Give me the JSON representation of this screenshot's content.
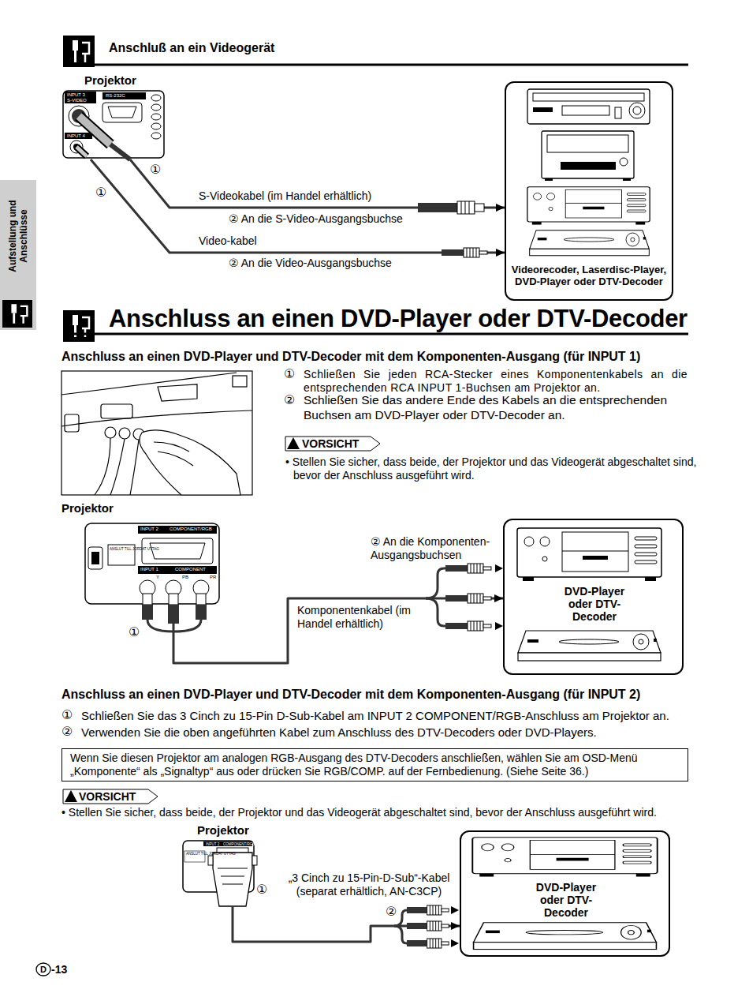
{
  "diagram": {
    "title": "Anschluss an einen DVD-Player oder DTV-Decoder",
    "nodes": [
      {
        "text": [
          "Projektor"
        ]
      },
      {
        "text": [
          "Videorecoder, Laserdisc-Player, DVD-Player oder DTV-Decoder"
        ]
      },
      {
        "text": [
          "Projektor"
        ]
      },
      {
        "text": [
          "DVD-Player oder DTV-Decoder"
        ]
      },
      {
        "text": [
          "Wenn Sie diesen Projektor am analogen RGB-Ausgang des DTV-Decoders anschließen, wählen Sie am OSD-Menü „Komponente“ als „Signaltyp“ aus oder drücken Sie RGB/COMP. auf der Fernbedienung. (Siehe Seite 36.)"
        ]
      },
      {
        "text": [
          "Projektor"
        ]
      },
      {
        "text": [
          "DVD-Player oder DTV-Decoder"
        ]
      }
    ],
    "edges": [
      {
        "from": 0,
        "to": 1,
        "label": "S-Videokabel (im Handel erhältlich)",
        "arrow": "to"
      },
      {
        "from": 0,
        "to": 1,
        "label": "Video-kabel",
        "arrow": "to"
      },
      {
        "from": 2,
        "to": 3,
        "label": "Komponentenkabel (im Handel erhältlich)",
        "arrow": "to"
      },
      {
        "from": 5,
        "to": 6,
        "label": "„3 Cinch zu 15-Pin-D-Sub“-Kabel (separat erhältlich, AN-C3CP)",
        "arrow": "to"
      }
    ],
    "labels": [
      "Anschluß an ein Videogerät",
      "Aufstellung und Anschlüsse",
      "INPUT 3",
      "S-VIDEO",
      "RS-232C",
      "INPUT 4",
      "①",
      "①",
      "② An die S-Video-Ausgangsbuchse",
      "② An die Video-Ausgangsbuchse",
      "Anschluss an einen DVD-Player und DTV-Decoder mit dem Komponenten-Ausgang (für INPUT 1)",
      "①",
      "Schließen Sie jeden RCA-Stecker eines Komponentenkabels an die entsprechenden RCA INPUT 1-Buchsen am Projektor an.",
      "②",
      "Schließen Sie das andere Ende des Kabels an die entsprechenden Buchsen am DVD-Player oder DTV-Decoder an.",
      "VORSICHT",
      "• Stellen Sie sicher, dass beide, der Projektor und das Videogerät abgeschaltet sind, bevor der Anschluss ausgeführt wird.",
      "INPUT 2",
      "COMPONENT/RGB",
      "INPUT 1",
      "COMPONENT",
      "Y",
      "PB",
      "PR",
      "ANSLUT TILL JORDAT UTTAG",
      "② An die Komponenten-Ausgangsbuchsen",
      "①",
      "Anschluss an einen DVD-Player und DTV-Decoder mit dem Komponenten-Ausgang (für INPUT 2)",
      "①",
      "Schließen Sie das 3 Cinch zu 15-Pin D-Sub-Kabel am INPUT 2 COMPONENT/RGB-Anschluss am Projektor an.",
      "②",
      "Verwenden Sie die oben angeführten Kabel zum Anschluss des DTV-Decoders oder DVD-Players.",
      "VORSICHT",
      "• Stellen Sie sicher, dass beide, der Projektor und das Videogerät abgeschaltet sind, bevor der Anschluss ausgeführt wird.",
      "①",
      "②",
      "INPUT 2",
      "COMPONENT/RGB",
      "ANSLUT TILL JORDAT UTTAG",
      "D",
      "-13"
    ]
  }
}
